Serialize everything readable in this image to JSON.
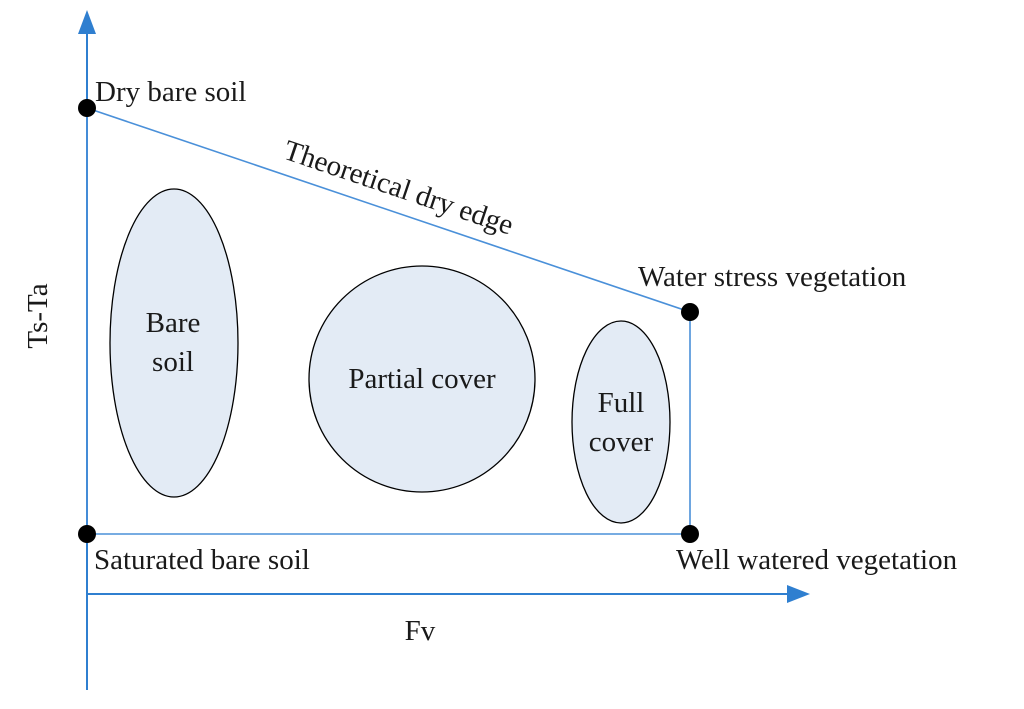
{
  "axes": {
    "y_label": "Ts-Ta",
    "x_label": "Fv",
    "color": "#2f7fd0"
  },
  "corners": {
    "dry_bare_soil": "Dry bare soil",
    "water_stress_vegetation": "Water stress vegetation",
    "saturated_bare_soil": "Saturated bare soil",
    "well_watered_vegetation": "Well watered vegetation"
  },
  "edge_label": "Theoretical dry edge",
  "regions": {
    "bare_soil": [
      "Bare",
      "soil"
    ],
    "partial_cover": "Partial cover",
    "full_cover": [
      "Full",
      "cover"
    ]
  },
  "colors": {
    "region_fill": "#e3ebf5",
    "outline": "#4a90d9",
    "vertex": "#000000"
  }
}
